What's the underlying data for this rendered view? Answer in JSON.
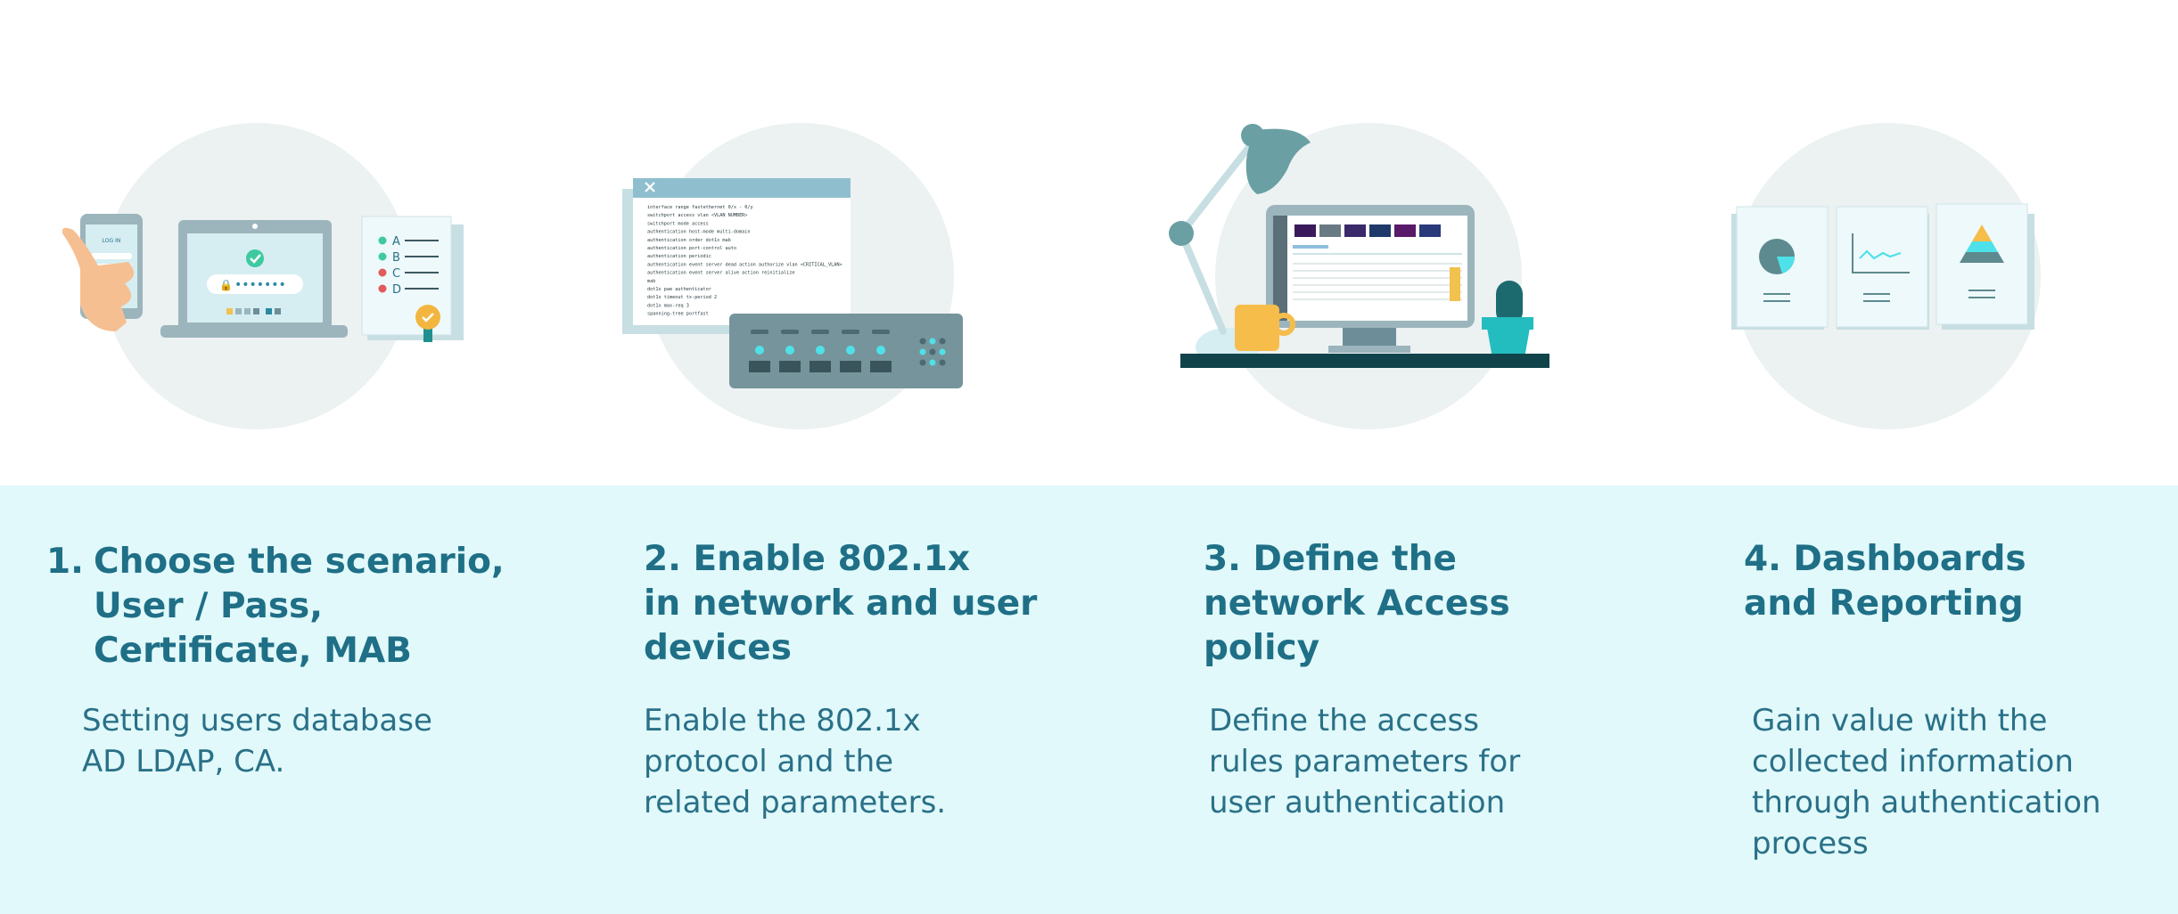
{
  "colors": {
    "teal_dark": "#1f6f87",
    "teal_accent": "#29c3d2",
    "panel_bg": "#e1f9fa",
    "circle_bg": "#ecf1f2"
  },
  "steps": [
    {
      "number": "1.",
      "title_lines": [
        "Choose the scenario,",
        "User / Pass,",
        "Certificate, MAB"
      ],
      "desc_lines": [
        "Setting users database",
        "AD LDAP, CA."
      ],
      "illustration": {
        "icons": [
          "smartphone-icon",
          "laptop-icon",
          "checklist-certificate-icon"
        ],
        "phone_text": "LOG IN",
        "checklist_labels": [
          "A",
          "B",
          "C",
          "D"
        ]
      }
    },
    {
      "number": "2.",
      "title_lines": [
        "Enable 802.1x",
        "in network and user",
        "devices"
      ],
      "desc_lines": [
        "Enable the 802.1x",
        "protocol and the",
        "related parameters."
      ],
      "illustration": {
        "icons": [
          "terminal-window-icon",
          "network-switch-icon"
        ],
        "terminal_lines": [
          "interface range fastethernet 0/x - 0/y",
          "switchport access vlan <VLAN NUMBER>",
          "switchport mode access",
          "authentication host-mode multi-domain",
          "authentication order dot1x mab",
          "authentication port-control auto",
          "authentication periodic",
          "authentication event server dead action authorize vlan <CRITICAL_VLAN>",
          "authentication event server alive action reinitialize",
          "mab",
          "dot1x pae authenticator",
          "dot1x timeout tx-period 2",
          "dot1x max-req 3",
          "spanning-tree portfast"
        ]
      }
    },
    {
      "number": "3.",
      "title_lines": [
        "Define the",
        "network Access",
        "policy"
      ],
      "desc_lines": [
        "Define the access",
        "rules parameters for",
        "user authentication"
      ],
      "illustration": {
        "icons": [
          "desk-lamp-icon",
          "monitor-dashboard-icon",
          "coffee-mug-icon",
          "cactus-plant-icon"
        ]
      }
    },
    {
      "number": "4.",
      "title_lines": [
        "Dashboards",
        "and Reporting"
      ],
      "desc_lines": [
        "Gain value with the",
        "collected information",
        "through authentication",
        "process"
      ],
      "illustration": {
        "icons": [
          "pie-chart-report-icon",
          "line-chart-report-icon",
          "pyramid-chart-report-icon"
        ]
      }
    }
  ]
}
